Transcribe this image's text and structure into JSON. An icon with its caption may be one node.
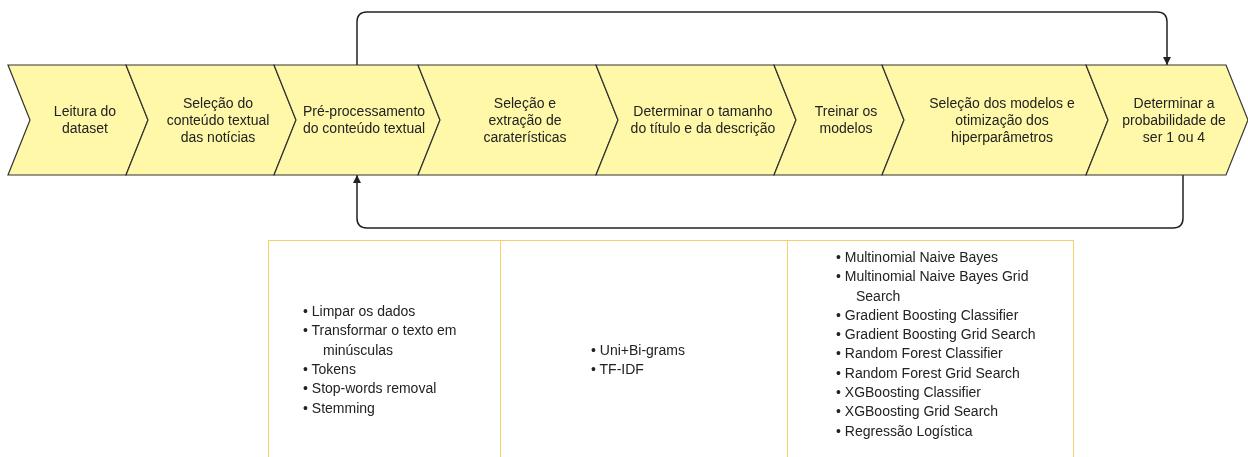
{
  "diagram": {
    "nodes": [
      {
        "text": [
          "Leitura do dataset"
        ]
      },
      {
        "text": [
          "Seleção do conteúdo textual das notícias"
        ]
      },
      {
        "text": [
          "Pré-processamento do conteúdo textual"
        ]
      },
      {
        "text": [
          "Seleção e extração de caraterísticas"
        ]
      },
      {
        "text": [
          "Determinar o tamanho do título e da descrição"
        ]
      },
      {
        "text": [
          "Treinar os modelos"
        ]
      },
      {
        "text": [
          "Seleção dos modelos e otimização dos hiperparâmetros"
        ]
      },
      {
        "text": [
          "Determinar a probabilidade de ser 1 ou 4"
        ]
      },
      {
        "text": [
          "• Limpar os dados",
          "• Transformar o texto em minúsculas",
          "• Tokens",
          "• Stop-words removal",
          "• Stemming"
        ]
      },
      {
        "text": [
          "• Uni+Bi-grams",
          "• TF-IDF"
        ]
      },
      {
        "text": [
          "• Multinomial Naive Bayes",
          "• Multinomial Naive Bayes Grid Search",
          "• Gradient Boosting Classifier",
          "• Gradient Boosting Grid Search",
          "• Random Forest Classifier",
          "• Random Forest Grid Search",
          "• XGBoosting Classifier",
          "• XGBoosting Grid Search",
          "• Regressão Logística"
        ]
      }
    ],
    "edges": [
      {
        "from": 2,
        "to": 7,
        "arrow": "to"
      },
      {
        "from": 7,
        "to": 2,
        "arrow": "to"
      }
    ]
  }
}
